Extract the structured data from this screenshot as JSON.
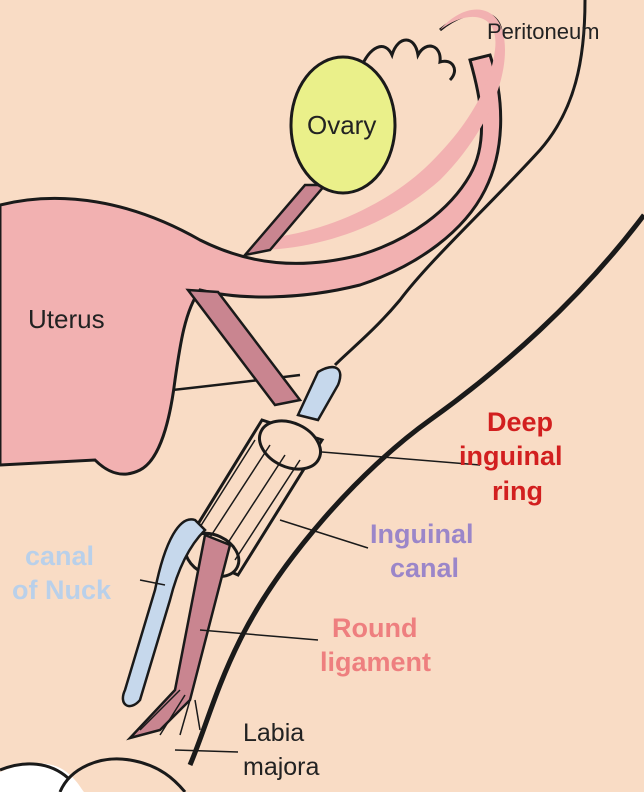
{
  "diagram": {
    "labels": {
      "peritoneum": "Peritoneum",
      "ovary": "Ovary",
      "uterus": "Uterus",
      "deep_inguinal_ring": [
        "Deep",
        "inguinal",
        "ring"
      ],
      "inguinal_canal": [
        "Inguinal",
        "canal"
      ],
      "canal_of_nuck": [
        "canal",
        "of Nuck"
      ],
      "round_ligament": [
        "Round",
        "ligament"
      ],
      "labia_majora": [
        "Labia",
        "majora"
      ]
    },
    "colors": {
      "background": "#f9dcc5",
      "uterus": "#f2b1b1",
      "ovary": "#eaf08a",
      "round_ligament": "#c98590",
      "canal_of_nuck": "#c6d8ec",
      "inguinal_canal_fill": "#f9dcc5",
      "outline": "#1a1a1a",
      "label_deep_ring": "#d21f1f",
      "label_inguinal_canal": "#9b86c9",
      "label_canal_of_nuck": "#b9d0ea",
      "label_round_ligament": "#ee7f7f"
    }
  }
}
